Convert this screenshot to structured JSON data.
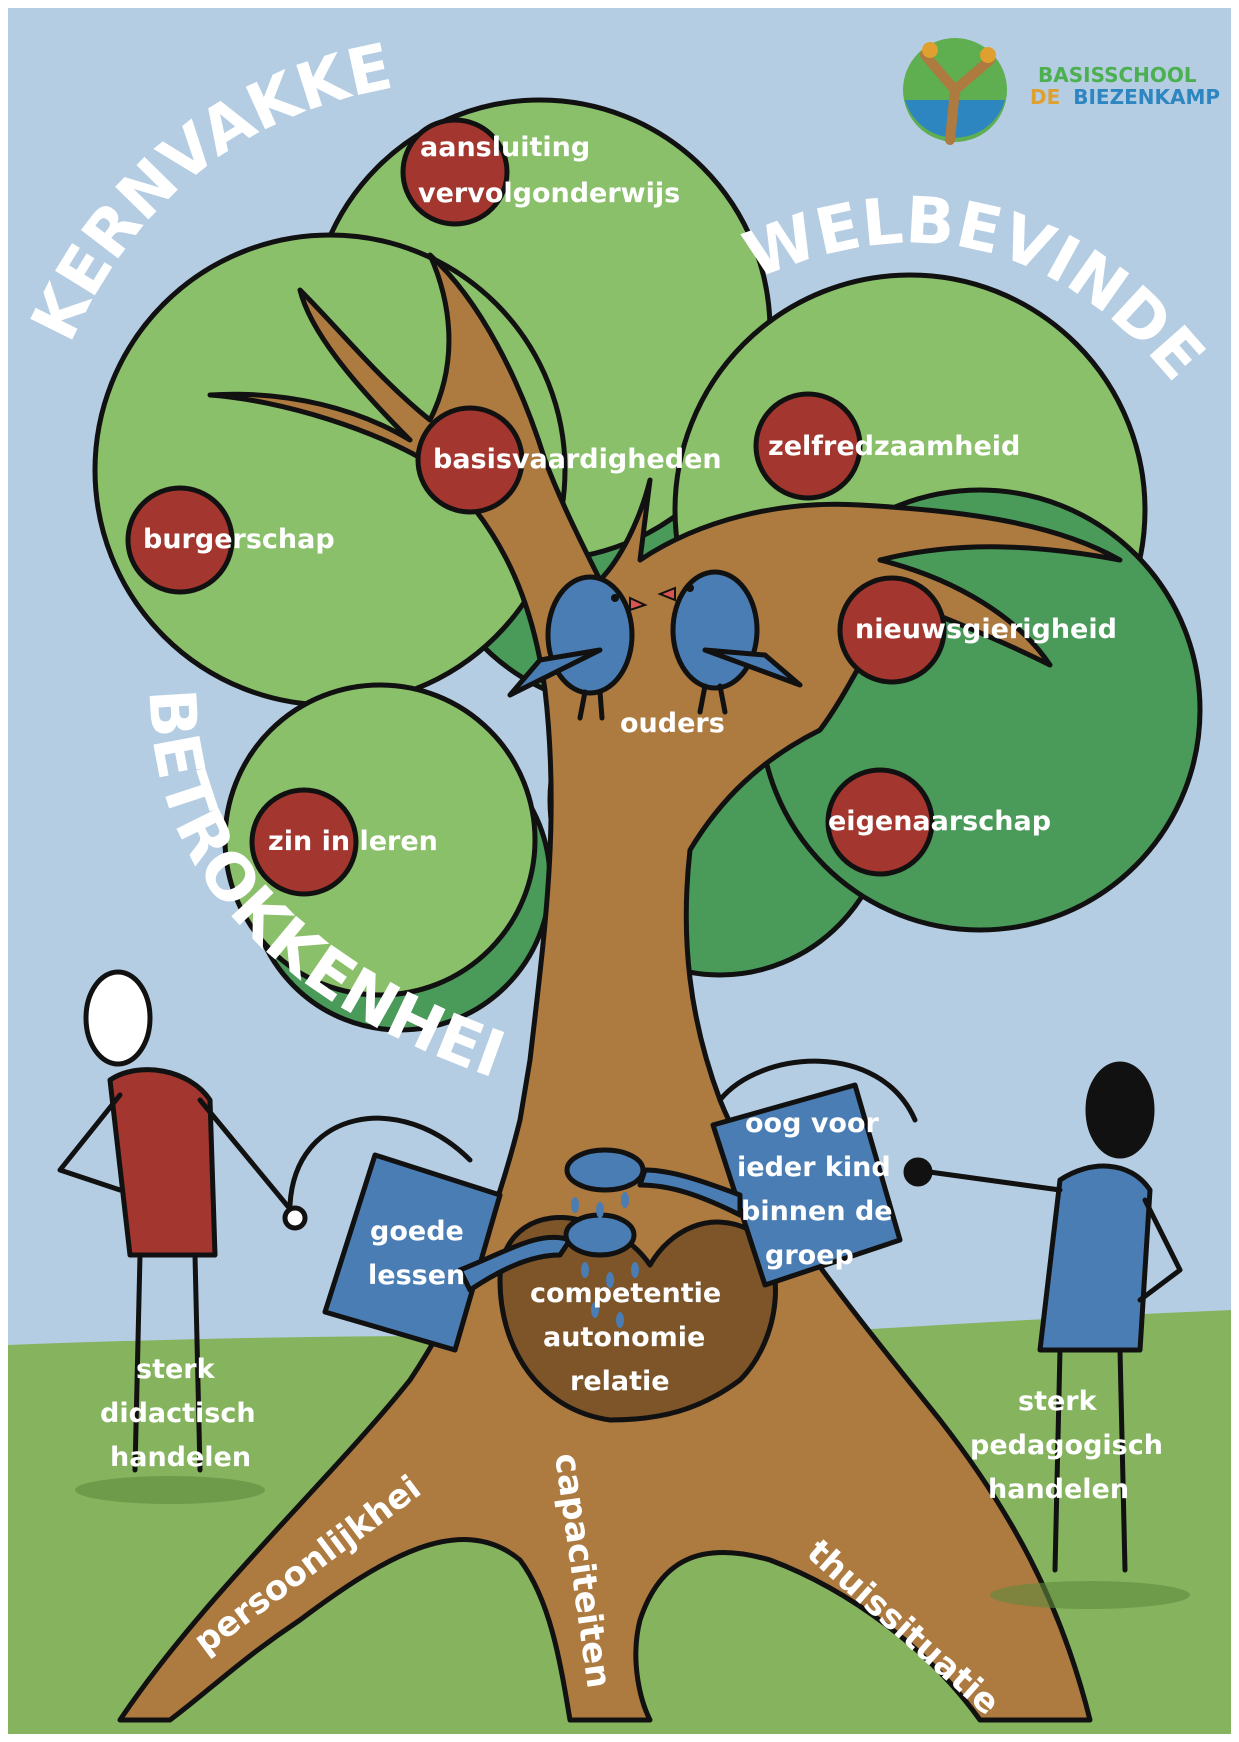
{
  "logo": {
    "line1": "BASISSCHOOL",
    "line2_part1": "DE",
    "line2_part2": "BIEZENKAMP"
  },
  "arcs": {
    "kernvakken": "KERNVAKKEN",
    "welbevinden": "WELBEVINDEN",
    "betrokkenheid": "BETROKKENHEID"
  },
  "apples": {
    "aansluiting_line1": "aansluiting",
    "aansluiting_line2": "vervolgonderwijs",
    "basisvaardigheden": "basisvaardigheden",
    "burgerschap": "burgerschap",
    "zelfredzaamheid": "zelfredzaamheid",
    "nieuwsgierigheid": "nieuwsgierigheid",
    "eigenaarschap": "eigenaarschap",
    "zin_in_leren": "zin in leren"
  },
  "birds": {
    "label": "ouders"
  },
  "left_can": {
    "line1": "goede",
    "line2": "lessen"
  },
  "right_can": {
    "line1": "oog voor",
    "line2": "ieder kind",
    "line3": "binnen de",
    "line4": "groep"
  },
  "heart": {
    "line1": "competentie",
    "line2": "autonomie",
    "line3": "relatie"
  },
  "left_person": {
    "line1": "sterk",
    "line2": "didactisch",
    "line3": "handelen"
  },
  "right_person": {
    "line1": "sterk",
    "line2": "pedagogisch",
    "line3": "handelen"
  },
  "roots": {
    "left": "persoonlijkheid",
    "middle": "capaciteiten",
    "right": "thuissituatie"
  },
  "colors": {
    "sky": "#b5cde3",
    "grass": "#86b35e",
    "trunk": "#ad7a40",
    "canopy_light": "#8bc06a",
    "canopy_dark": "#4a9a5a",
    "apple": "#a3362e",
    "blue": "#4a7db3",
    "logo_green": "#4caf50",
    "logo_blue": "#2e86c1"
  }
}
